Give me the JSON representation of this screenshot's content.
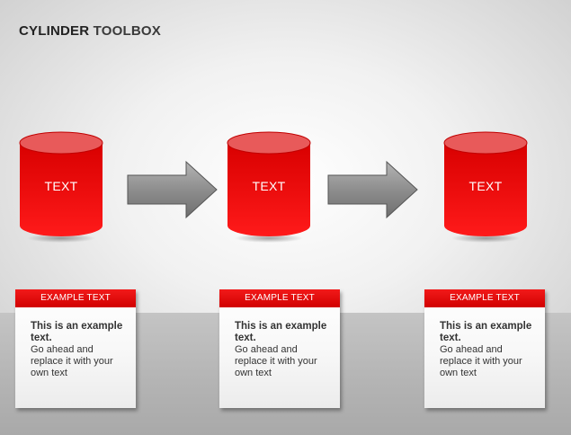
{
  "title": {
    "part1": "CYLINDER",
    "part2": "TOOLBOX"
  },
  "cylinders": [
    {
      "label": "TEXT"
    },
    {
      "label": "TEXT"
    },
    {
      "label": "TEXT"
    }
  ],
  "cards": [
    {
      "heading": "EXAMPLE TEXT",
      "bold_text": "This is an example text.",
      "body_text": "Go ahead and replace it with your own text"
    },
    {
      "heading": "EXAMPLE TEXT",
      "bold_text": "This is an example text.",
      "body_text": "Go ahead and replace it with your own text"
    },
    {
      "heading": "EXAMPLE TEXT",
      "bold_text": "This is an example text.",
      "body_text": "Go ahead and replace it with your own text"
    }
  ],
  "colors": {
    "accent": "#e00000",
    "arrow": "#8f8f8f",
    "floor": "#b5b5b5"
  }
}
